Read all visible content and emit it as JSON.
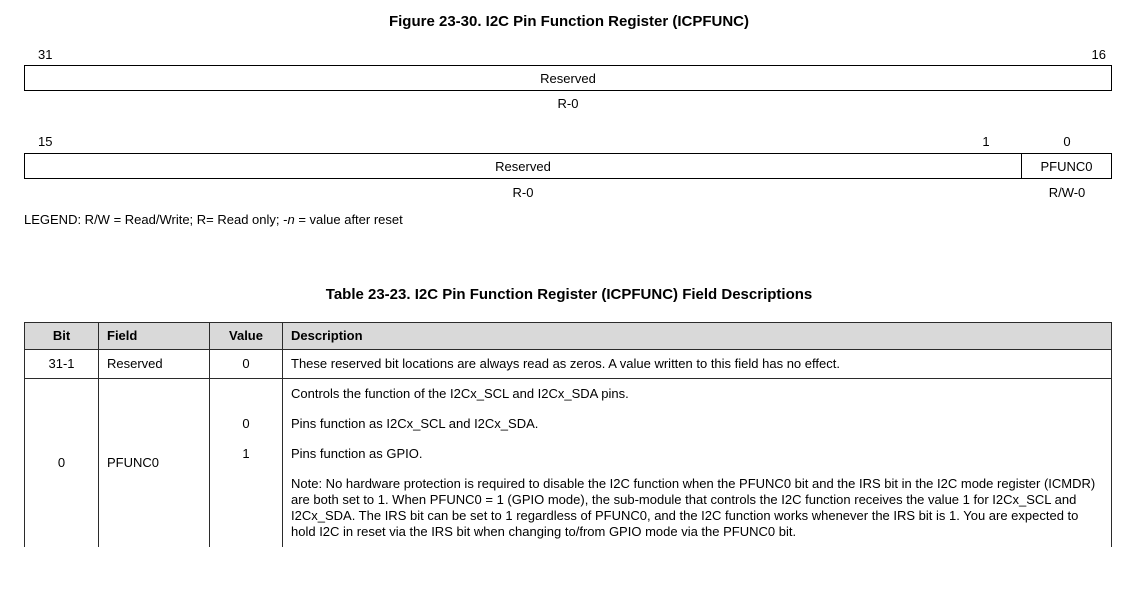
{
  "figure": {
    "title": "Figure 23-30. I2C Pin Function Register (ICPFUNC)",
    "row1": {
      "bit_left": "31",
      "bit_right": "16",
      "field": "Reserved",
      "reset": "R-0"
    },
    "row2": {
      "bit_left": "15",
      "bit_mid": "1",
      "bit_right": "0",
      "field_reserved": "Reserved",
      "field_pfunc0": "PFUNC0",
      "reset_reserved": "R-0",
      "reset_pfunc0": "R/W-0"
    },
    "legend": {
      "prefix": "LEGEND: R/W = Read/Write; R= Read only; -",
      "italic": "n",
      "suffix": " = value after reset"
    }
  },
  "table": {
    "title": "Table 23-23. I2C Pin Function Register (ICPFUNC) Field Descriptions",
    "header_bg": "#d9d9d9",
    "headers": [
      "Bit",
      "Field",
      "Value",
      "Description"
    ],
    "rows": [
      {
        "bit": "31-1",
        "field": "Reserved",
        "value": "0",
        "description": "These reserved bit locations are always read as zeros. A value written to this field has no effect."
      },
      {
        "bit": "0",
        "field": "PFUNC0",
        "subrows": [
          {
            "value": "",
            "description": "Controls the function of the I2Cx_SCL and I2Cx_SDA pins."
          },
          {
            "value": "0",
            "description": "Pins function as I2Cx_SCL and I2Cx_SDA."
          },
          {
            "value": "1",
            "description": "Pins function as GPIO."
          },
          {
            "value": "",
            "description": "Note: No hardware protection is required to disable the I2C function when the PFUNC0 bit and the IRS bit in the I2C mode register (ICMDR) are both set to 1. When PFUNC0 = 1 (GPIO mode), the sub-module that controls the I2C function receives the value 1 for I2Cx_SCL and I2Cx_SDA. The IRS bit can be set to 1 regardless of PFUNC0, and the I2C function works whenever the IRS bit is 1. You are expected to hold I2C in reset via the IRS bit when changing to/from GPIO mode via the PFUNC0 bit."
          }
        ]
      }
    ]
  }
}
